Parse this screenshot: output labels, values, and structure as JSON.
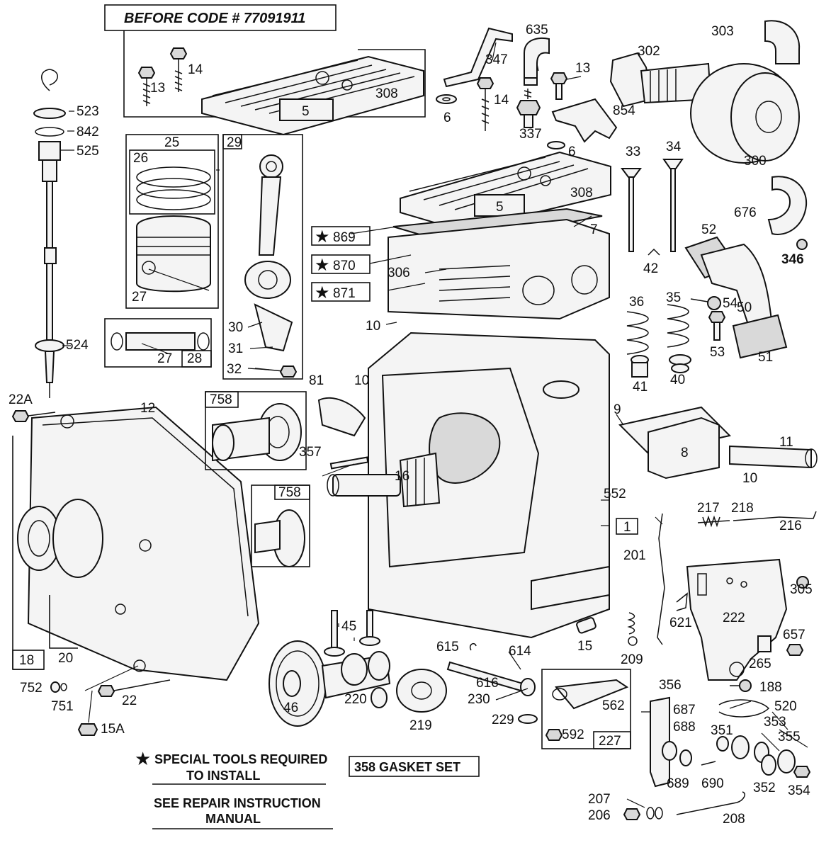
{
  "header": {
    "code_note": "BEFORE CODE # 77091911"
  },
  "notes": {
    "special_tools": "SPECIAL TOOLS REQUIRED",
    "special_tools_2": "TO INSTALL",
    "gasket_set": "358 GASKET SET",
    "repair": "SEE REPAIR INSTRUCTION",
    "repair_2": "MANUAL"
  },
  "stars": {
    "s869": "869",
    "s870": "870",
    "s871": "871"
  },
  "icons": {
    "star": "star-icon"
  },
  "parts": {
    "p303": "303",
    "p302": "302",
    "p635": "635",
    "p347": "347",
    "p13a": "13",
    "p14a": "14",
    "p13b": "13",
    "p14b": "14",
    "p308a": "308",
    "p5a": "5",
    "p6a": "6",
    "p6b": "6",
    "p337": "337",
    "p854": "854",
    "p300": "300",
    "p523": "523",
    "p842": "842",
    "p525": "525",
    "p25": "25",
    "p26": "26",
    "p27a": "27",
    "p29": "29",
    "p30": "30",
    "p31": "31",
    "p32": "32",
    "p27b": "27",
    "p28": "28",
    "p308b": "308",
    "p5b": "5",
    "p7": "7",
    "p306": "306",
    "p33": "33",
    "p34": "34",
    "p42": "42",
    "p676": "676",
    "p52": "52",
    "p346": "346",
    "p36": "36",
    "p35": "35",
    "p54": "54",
    "p50": "50",
    "p53": "53",
    "p51": "51",
    "p41": "41",
    "p40": "40",
    "p10a": "10",
    "p10b": "10",
    "p10c": "10",
    "p81": "81",
    "p524": "524",
    "p22a": "22A",
    "p12": "12",
    "p758a": "758",
    "p758b": "758",
    "p357": "357",
    "p16": "16",
    "p9": "9",
    "p8": "8",
    "p11": "11",
    "p552": "552",
    "p1": "1",
    "p217": "217",
    "p218": "218",
    "p216": "216",
    "p201": "201",
    "p305": "305",
    "p621": "621",
    "p222": "222",
    "p657": "657",
    "p265": "265",
    "p188": "188",
    "p18": "18",
    "p20": "20",
    "p752": "752",
    "p751": "751",
    "p22": "22",
    "p15a": "15A",
    "p45": "45",
    "p46": "46",
    "p220": "220",
    "p219": "219",
    "p615": "615",
    "p614": "614",
    "p616": "616",
    "p230": "230",
    "p229": "229",
    "p15": "15",
    "p209": "209",
    "p562": "562",
    "p592": "592",
    "p227": "227",
    "p356": "356",
    "p687": "687",
    "p688": "688",
    "p351": "351",
    "p353": "353",
    "p520": "520",
    "p355": "355",
    "p689": "689",
    "p690": "690",
    "p352": "352",
    "p354": "354",
    "p207": "207",
    "p206": "206",
    "p208": "208"
  }
}
